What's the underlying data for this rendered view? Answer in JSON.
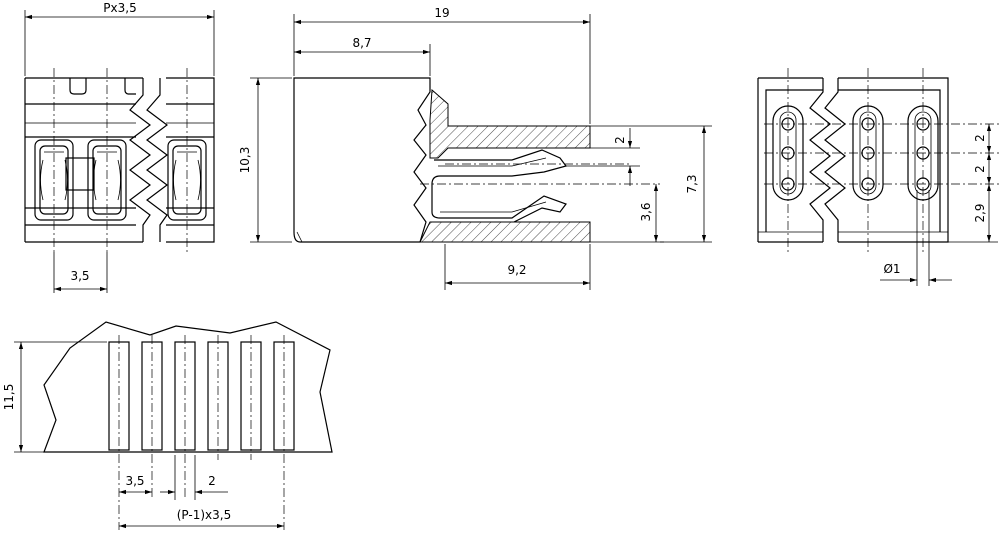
{
  "drawing": {
    "front_view": {
      "width_label": "Px3,5",
      "pitch_label": "3,5"
    },
    "side_view": {
      "length_label": "19",
      "depth_label": "8,7",
      "height_label": "10,3",
      "gap_label": "2",
      "contact_height_label": "7,3",
      "pin_offset_label": "3,6",
      "socket_length_label": "9,2"
    },
    "end_view": {
      "pitch_top_label": "2",
      "pitch_mid_label": "2",
      "bottom_label": "2,9",
      "hole_dia_label": "Ø1"
    },
    "pcb_layout": {
      "height_label": "11,5",
      "pitch_label": "3,5",
      "pad_width_label": "2",
      "span_label": "(P-1)x3,5"
    }
  }
}
